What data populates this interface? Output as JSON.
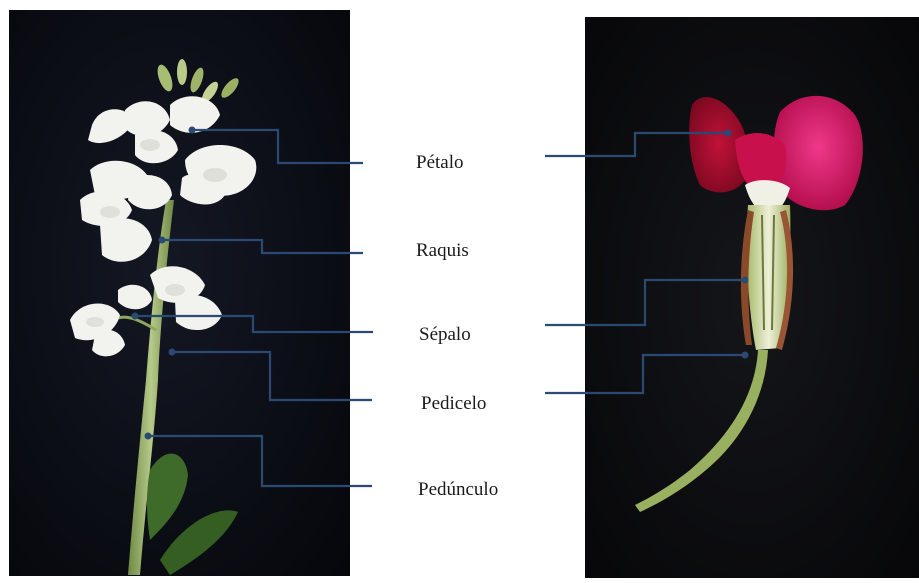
{
  "labels": {
    "petalo": "Pétalo",
    "raquis": "Raquis",
    "sepalo": "Sépalo",
    "pedicelo": "Pedicelo",
    "pedunculo": "Pedúnculo"
  },
  "colors": {
    "leader_line": "#2a4a73",
    "photo_background": "#0a0b10",
    "white_petal": "#f2f2ee",
    "stem_green": "#8fa860",
    "magenta_petal": "#d2145a",
    "crimson_petal": "#9e0c2c"
  }
}
